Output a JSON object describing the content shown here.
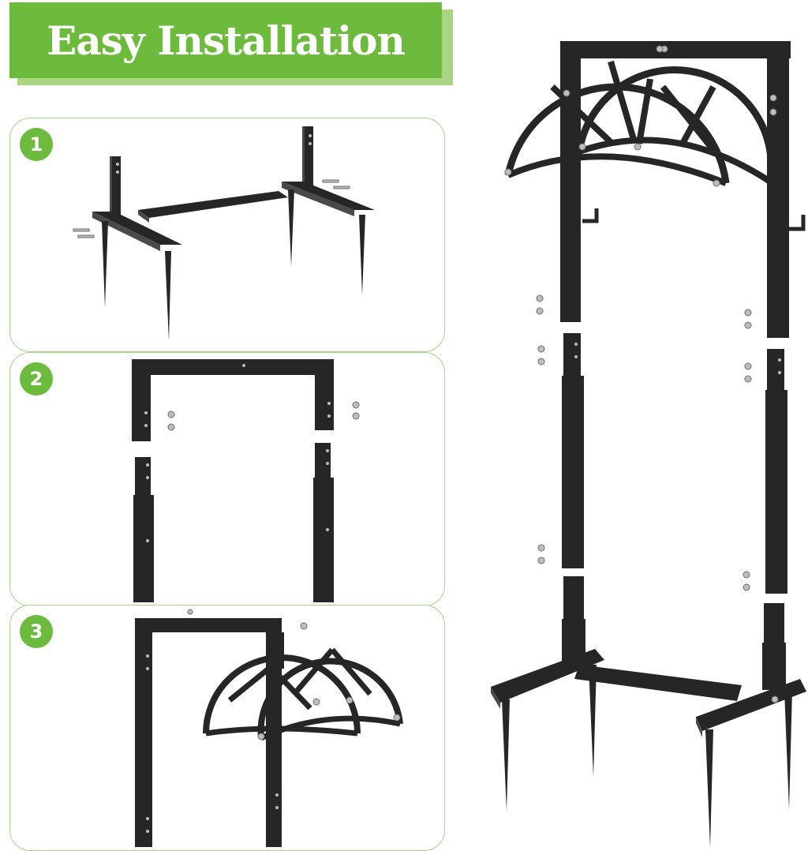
{
  "banner": {
    "title": "Easy Installation"
  },
  "steps": [
    {
      "number": "1"
    },
    {
      "number": "2"
    },
    {
      "number": "3"
    }
  ],
  "colors": {
    "accent": "#6cbb3c",
    "panel_border": "#a7d58a",
    "metal": "#262626"
  }
}
